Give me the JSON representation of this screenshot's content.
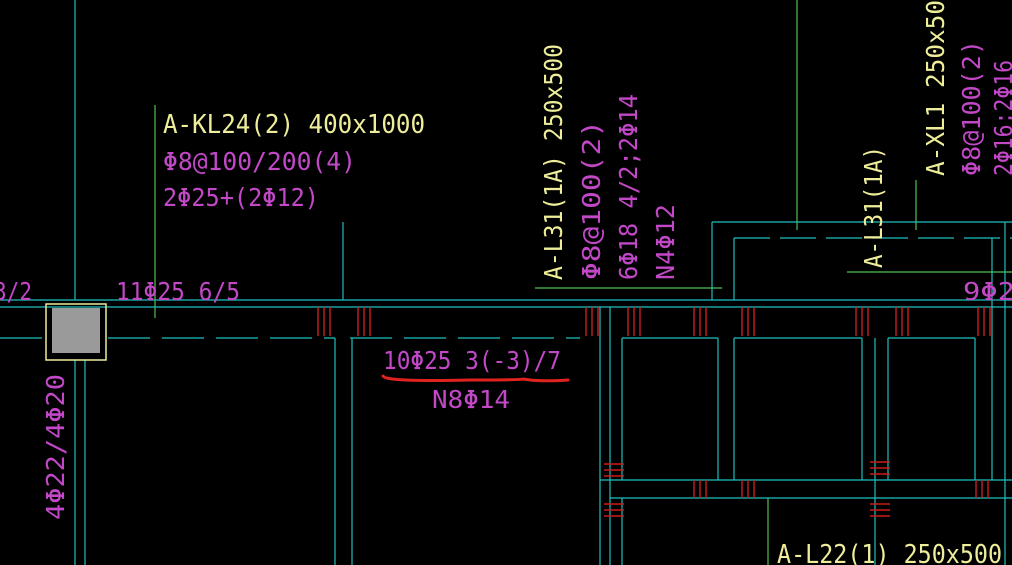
{
  "colors": {
    "background": "#000000",
    "beam_line": "#1fbfbf",
    "axis_line": "#4fc14f",
    "rebar_mark": "#c81e1e",
    "label_yellow": "#eeee9a",
    "label_magenta": "#c248c8",
    "column_fill": "#9a9a9a",
    "column_border": "#eeee9a",
    "markup_underline": "#e0231e"
  },
  "annotations": {
    "kl24_name": "A-KL24(2) 400x1000",
    "kl24_stirrup": "Φ8@100/200(4)",
    "kl24_top": "2Φ25+(2Φ12)",
    "left_bottom_bar": "11Φ25 6/5",
    "left_edge_fragment": "3/2",
    "main_bottom_bar": "10Φ25 3(-3)/7",
    "main_side_bar": "N8Φ14",
    "column_side_bar": "4Φ22/4Φ20",
    "l31_name": "A-L31(1A) 250x500",
    "l31_stirrup": "Φ8@100(2)",
    "l31_bars": "6Φ18 4/2;2Φ14",
    "l31_side": "N4Φ12",
    "l31_short": "A-L31(1A)",
    "xl1_name": "A-XL1 250x50",
    "xl1_stirrup": "Φ8@100(2)",
    "xl1_bars": "2Φ16;2Φ16",
    "right_fragment": "9Φ2",
    "bottom_name": "A-L22(1) 250x500"
  },
  "icons": [
    "column-icon",
    "markup-underline-icon"
  ]
}
